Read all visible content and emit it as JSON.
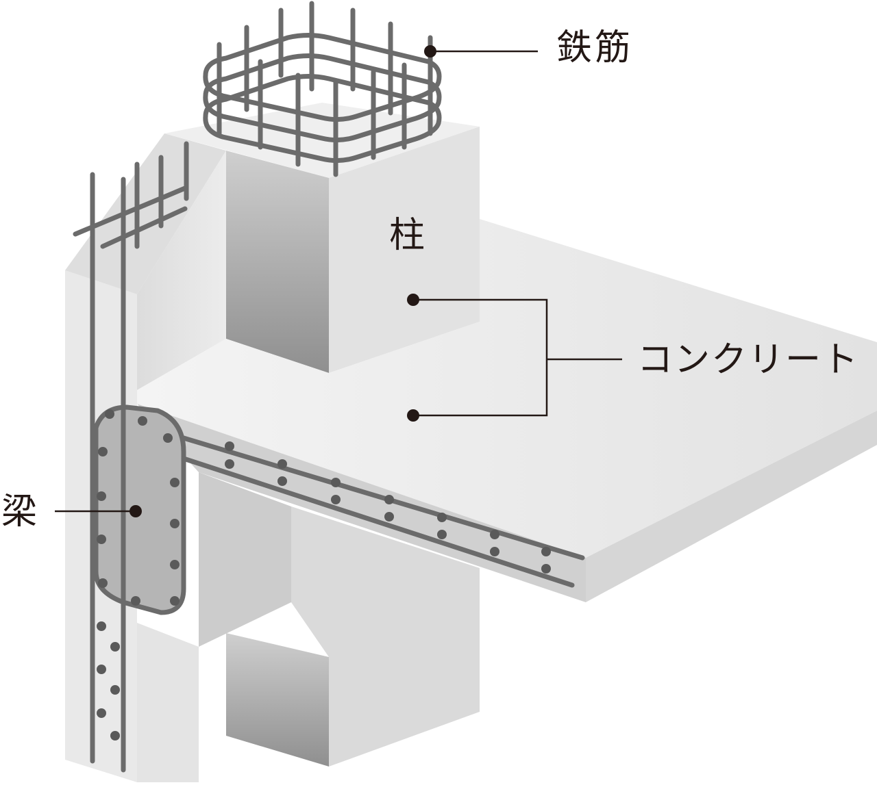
{
  "labels": {
    "rebar": "鉄筋",
    "column": "柱",
    "concrete": "コンクリート",
    "beam": "梁"
  },
  "colors": {
    "rebar": "#6b6b6b",
    "rebar_dot": "#5a5a5a",
    "leader": "#231815",
    "concrete_light": "#f0f0f0",
    "concrete_mid": "#d9d9d9",
    "concrete_dark": "#a6a6a6",
    "beam_section": "#b8b8b8"
  }
}
